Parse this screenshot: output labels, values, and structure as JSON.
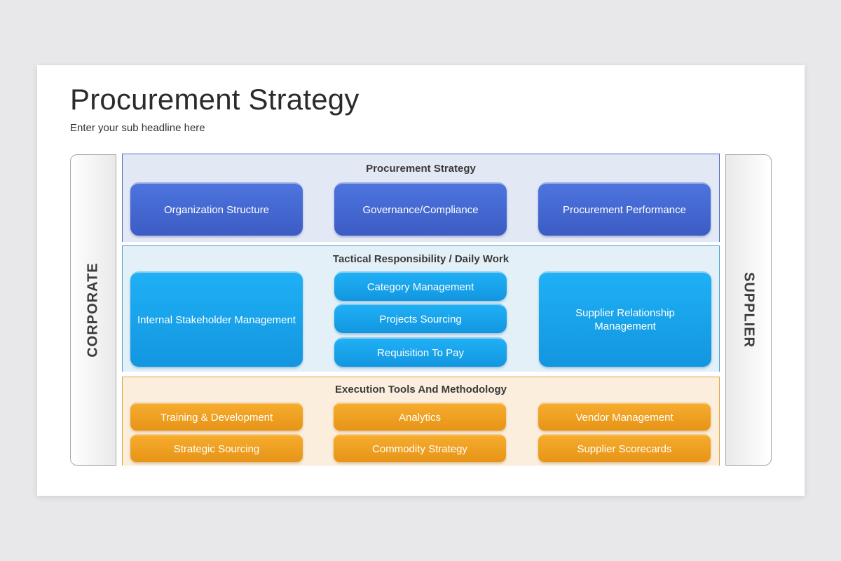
{
  "header": {
    "title": "Procurement Strategy",
    "subtitle": "Enter your sub headline here"
  },
  "sides": {
    "left_label": "CORPORATE",
    "right_label": "SUPPLIER"
  },
  "layers": [
    {
      "title": "Procurement Strategy",
      "color": "#4466d3",
      "items": [
        "Organization Structure",
        "Governance/Compliance",
        "Procurement Performance"
      ]
    },
    {
      "title": "Tactical Responsibility / Daily Work",
      "color": "#16a4ec",
      "left": "Internal Stakeholder Management",
      "middle": [
        "Category Management",
        "Projects Sourcing",
        "Requisition To Pay"
      ],
      "right": "Supplier Relationship Management"
    },
    {
      "title": "Execution Tools And Methodology",
      "color": "#f0a020",
      "items": [
        "Training & Development",
        "Analytics",
        "Vendor Management",
        "Strategic Sourcing",
        "Commodity Strategy",
        "Supplier Scorecards"
      ]
    }
  ]
}
